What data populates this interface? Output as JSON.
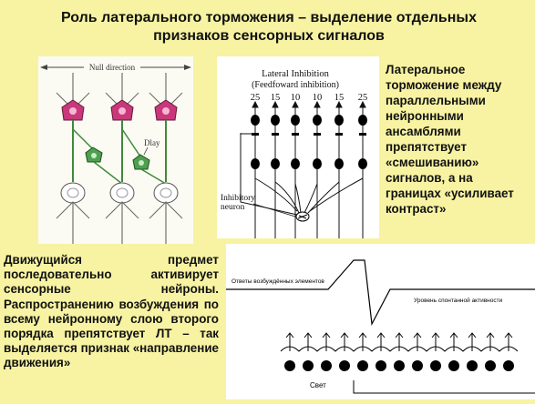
{
  "title": "Роль латерального торможения – выделение отдельных признаков сенсорных сигналов",
  "right_text": "Латеральное торможение между параллельными нейронными ансамблями препятствует «смешиванию» сигналов, а на границах «усиливает контраст»",
  "left_text": "Движущийся предмет последовательно активирует сенсорные нейроны. Распространению возбуждения по всему нейронному слою второго порядка препятствует ЛТ – так выделяется признак «направление движения»",
  "diagram1": {
    "null_direction": "Null direction",
    "delay": "Dlay"
  },
  "diagram2": {
    "title_line1": "Lateral Inhibition",
    "title_line2": "(Feedfoward inhibition)",
    "values": [
      "25",
      "15",
      "10",
      "10",
      "15",
      "25"
    ],
    "inhibitory_line1": "Inhibitory",
    "inhibitory_line2": "neuron"
  },
  "diagram3": {
    "excitatory_label": "Ответы возбуждённых элементов",
    "spontaneous_label": "Уровень спонтанной активности",
    "light_label": "Свет"
  }
}
